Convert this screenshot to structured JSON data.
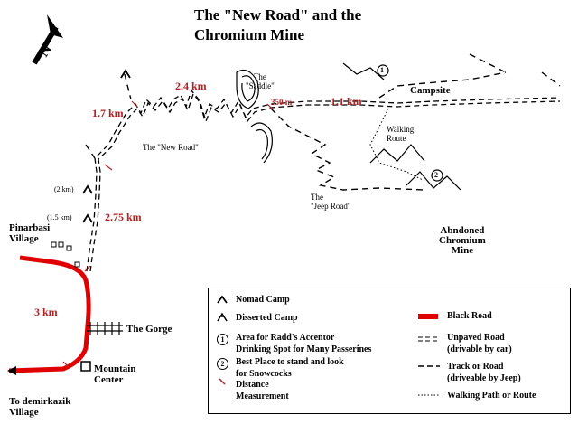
{
  "title_line1": "The \"New Road\" and the",
  "title_line2": "Chromium Mine",
  "compass_label": "N",
  "distances": {
    "d17": "1.7 km",
    "d24": "2.4 km",
    "d11": "1.1 km",
    "d275": "2.75 km",
    "d3": "3 km",
    "d350": "350 m"
  },
  "labels": {
    "saddle": "The\n\"Saddle\"",
    "new_road": "The \"New Road\"",
    "campsite": "Campsite",
    "walking_route": "Walking\nRoute",
    "jeep_road": "The\n\"Jeep Road\"",
    "mine": "Abndoned\nChromium\nMine",
    "pinarbasi": "Pinarbasi\nVillage",
    "gorge": "The Gorge",
    "mountain_center": "Mountain\nCenter",
    "demirkazik": "To demirkazik\nVillage",
    "mark_2km": "(2 km)",
    "mark_15km": "(1.5 km)",
    "circle1": "1",
    "circle2": "2"
  },
  "legend": {
    "nomad_camp": "Nomad Camp",
    "disserted_camp": "Disserted Camp",
    "item1": "Area for Radd's Accentor\nDrinking Spot for Many Passerines",
    "item2": "Best Place to stand and look\nfor Snowcocks",
    "distance": "Distance\nMeasurement",
    "black_road": "Black Road",
    "unpaved": "Unpaved Road\n(drivable by car)",
    "track": "Track or Road\n(driveable by Jeep)",
    "walking": "Walking Path or Route",
    "circle1": "1",
    "circle2": "2"
  },
  "colors": {
    "road": "#e00000",
    "distance_text": "#b22222",
    "ink": "#000000"
  },
  "icons": [
    "compass-arrow-icon",
    "nomad-camp-icon",
    "disserted-camp-icon",
    "distance-tick-icon",
    "building-icon"
  ]
}
